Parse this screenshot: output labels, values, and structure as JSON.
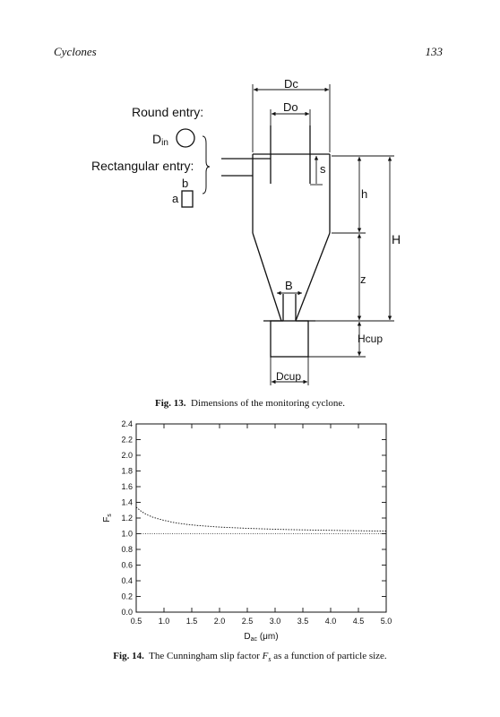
{
  "header": {
    "left": "Cyclones",
    "right": "133"
  },
  "diagram": {
    "labels": {
      "dc": "Dc",
      "do": "Do",
      "round_entry": "Round entry:",
      "din_main": "D",
      "din_sub": "in",
      "rect_entry": "Rectangular entry:",
      "b": "b",
      "a": "a",
      "s": "s",
      "h": "h",
      "H": "H",
      "z": "z",
      "B": "B",
      "hcup": "Hcup",
      "dcup": "Dcup"
    }
  },
  "fig13": {
    "label": "Fig. 13.",
    "text": "Dimensions of the monitoring cyclone."
  },
  "fig14": {
    "label": "Fig. 14.",
    "text_pre": "The Cunningham slip factor ",
    "sym_main": "F",
    "sym_sub": "s",
    "text_post": " as a function of particle size."
  },
  "chart_data": {
    "type": "line",
    "xlabel_main": "D",
    "xlabel_sub": "ac",
    "xlabel_unit": " (μm)",
    "ylabel_main": "F",
    "ylabel_sub": "s",
    "xlim": [
      0.5,
      5.0
    ],
    "ylim": [
      0.0,
      2.4
    ],
    "xticks": [
      0.5,
      1.0,
      1.5,
      2.0,
      2.5,
      3.0,
      3.5,
      4.0,
      4.5,
      5.0
    ],
    "yticks": [
      0.0,
      0.2,
      0.4,
      0.6,
      0.8,
      1.0,
      1.2,
      1.4,
      1.6,
      1.8,
      2.0,
      2.2,
      2.4
    ],
    "xtick_labels": [
      "0.5",
      "1.0",
      "1.5",
      "2.0",
      "2.5",
      "3.0",
      "3.5",
      "4.0",
      "4.5",
      "5.0"
    ],
    "ytick_labels": [
      "0.0",
      "0.2",
      "0.4",
      "0.6",
      "0.8",
      "1.0",
      "1.2",
      "1.4",
      "1.6",
      "1.8",
      "2.0",
      "2.2",
      "2.4"
    ],
    "reference_line": 1.0,
    "series": [
      {
        "x": [
          0.5,
          0.6,
          0.7,
          0.8,
          0.9,
          1.0,
          1.2,
          1.4,
          1.6,
          1.8,
          2.0,
          2.25,
          2.5,
          2.75,
          3.0,
          3.25,
          3.5,
          3.75,
          4.0,
          4.25,
          4.5,
          4.75,
          5.0
        ],
        "y": [
          1.34,
          1.28,
          1.24,
          1.21,
          1.19,
          1.17,
          1.14,
          1.12,
          1.105,
          1.095,
          1.085,
          1.077,
          1.069,
          1.063,
          1.057,
          1.053,
          1.049,
          1.046,
          1.043,
          1.04,
          1.038,
          1.036,
          1.034
        ]
      }
    ]
  }
}
